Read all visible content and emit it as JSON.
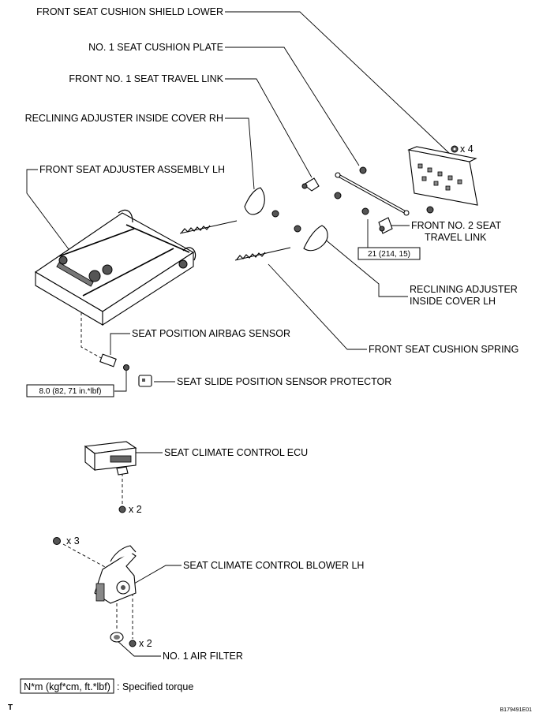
{
  "labels": {
    "cushion_shield_lower": "FRONT SEAT CUSHION SHIELD LOWER",
    "cushion_plate": "NO. 1 SEAT CUSHION PLATE",
    "travel_link_1": "FRONT NO. 1 SEAT TRAVEL LINK",
    "recliner_cover_rh": "RECLINING ADJUSTER INSIDE COVER RH",
    "adjuster_assy_lh": "FRONT SEAT ADJUSTER ASSEMBLY LH",
    "travel_link_2_line1": "FRONT NO. 2 SEAT",
    "travel_link_2_line2": "TRAVEL LINK",
    "recliner_cover_lh_line1": "RECLINING ADJUSTER",
    "recliner_cover_lh_line2": "INSIDE COVER LH",
    "cushion_spring": "FRONT SEAT CUSHION SPRING",
    "airbag_sensor": "SEAT POSITION AIRBAG SENSOR",
    "slide_sensor_protector": "SEAT SLIDE POSITION SENSOR PROTECTOR",
    "climate_ecu": "SEAT CLIMATE CONTROL ECU",
    "climate_blower": "SEAT CLIMATE CONTROL BLOWER LH",
    "air_filter": "NO. 1 AIR FILTER"
  },
  "quantities": {
    "shield_nuts": "x 4",
    "ecu_bolts": "x 2",
    "blower_bolts_top": "x 3",
    "blower_bolts_bottom": "x 2"
  },
  "torques": {
    "travel_link": "21 (214, 15)",
    "airbag_sensor": "8.0 (82, 71 in.*lbf)"
  },
  "legend": {
    "box_text": "N*m (kgf*cm, ft.*lbf)",
    "description": ": Specified torque"
  },
  "footer": {
    "left_mark": "T",
    "figure_id": "B179491E01"
  }
}
